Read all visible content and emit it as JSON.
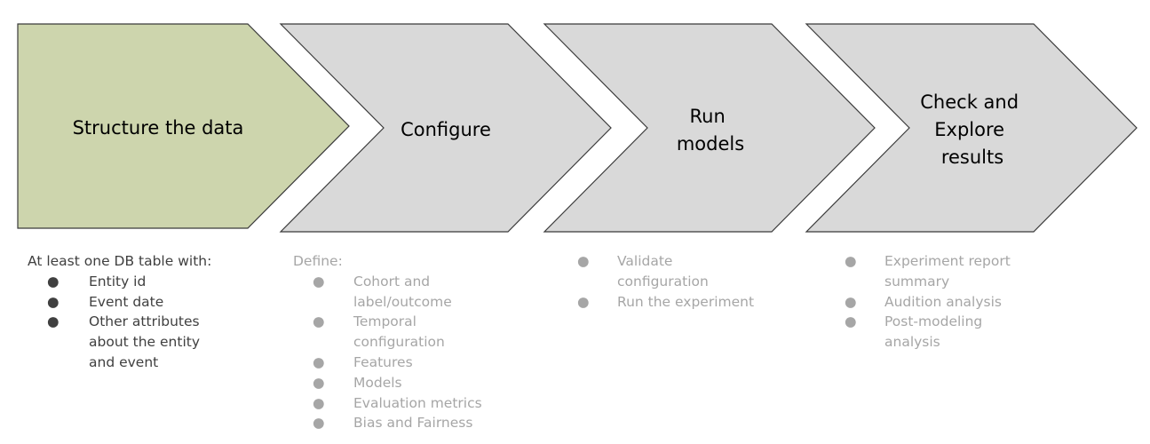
{
  "colors": {
    "active_fill": "#cdd5ad",
    "inactive_fill": "#d9d9d9",
    "outline": "#3a3a3a",
    "active_text": "#404040",
    "inactive_text": "#a6a6a6"
  },
  "steps": [
    {
      "title_lines": [
        "Structure the data"
      ],
      "active": true
    },
    {
      "title_lines": [
        "Configure"
      ],
      "active": false
    },
    {
      "title_lines": [
        "Run",
        "models"
      ],
      "active": false
    },
    {
      "title_lines": [
        "Check and",
        "Explore",
        "results"
      ],
      "active": false
    }
  ],
  "notes": {
    "structure": {
      "intro": "At least one DB table with:",
      "items": [
        "Entity id",
        "Event date",
        "Other attributes about the entity and event"
      ]
    },
    "configure": {
      "intro": "Define:",
      "items": [
        "Cohort and label/outcome",
        "Temporal configuration",
        "Features",
        "Models",
        "Evaluation metrics",
        "Bias and Fairness"
      ]
    },
    "run": {
      "items": [
        "Validate configuration",
        "Run the experiment"
      ]
    },
    "explore": {
      "items": [
        "Experiment report summary",
        "Audition analysis",
        "Post-modeling analysis"
      ]
    },
    "bullet_glyph": "●"
  }
}
